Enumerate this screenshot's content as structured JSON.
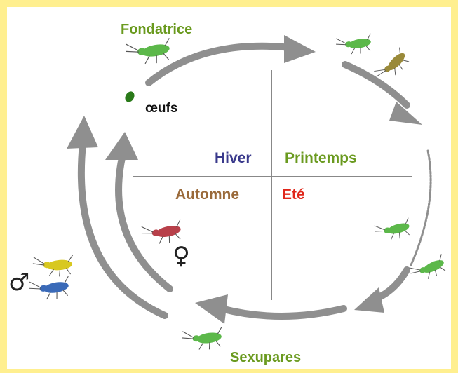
{
  "diagram": {
    "stages": {
      "top": "Fondatrice",
      "bottom": "Sexupares"
    },
    "eggs_label": "œufs",
    "seasons": {
      "winter": "Hiver",
      "spring": "Printemps",
      "autumn": "Automne",
      "summer": "Eté"
    },
    "symbols": {
      "female": "♀",
      "male": "♂"
    },
    "colors": {
      "stage_label": "#6a9a1f",
      "winter": "#3a3a8c",
      "spring": "#6a9a1f",
      "autumn": "#9a6a3a",
      "summer": "#e0261a",
      "arrow": "#8f8f8f",
      "aphid_green": "#5cb84a",
      "aphid_red": "#b8404a",
      "aphid_yellow": "#d8c820",
      "aphid_blue": "#3a6ab8",
      "background": "#ffef8f"
    }
  }
}
